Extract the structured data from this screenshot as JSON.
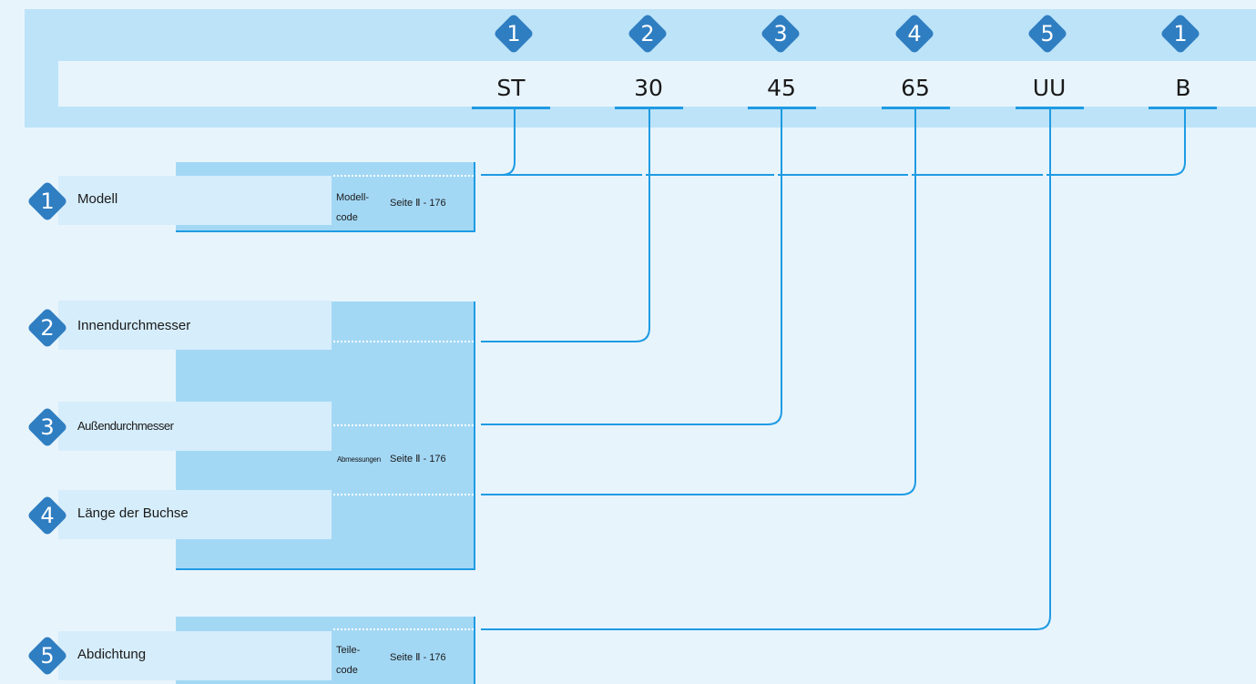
{
  "code": {
    "badges": [
      "1",
      "2",
      "3",
      "4",
      "5",
      "1"
    ],
    "letters": [
      "ST",
      "30",
      "45",
      "65",
      "UU",
      "B"
    ]
  },
  "items": [
    {
      "num": "1",
      "label": "Modell",
      "ref_a": "Modell-",
      "ref_b": "code",
      "page": "Seite Ⅱ - 176"
    },
    {
      "num": "2",
      "label": "Innendurchmesser"
    },
    {
      "num": "3",
      "label": "Außendurchmesser"
    },
    {
      "num": "4",
      "label": "Länge der Buchse"
    },
    {
      "num": "5",
      "label": "Abdichtung",
      "ref_a": "Teile-",
      "ref_b": "code",
      "page": "Seite Ⅱ - 176"
    }
  ],
  "dimensions_ref": {
    "name": "Abmessungen",
    "page": "Seite Ⅱ - 176"
  },
  "colors": {
    "accent_line": "#1e9be3",
    "badge": "#2f7ec2",
    "block": "#a3d8f5",
    "banner": "#bde3f8",
    "background": "#e8f4fc"
  }
}
